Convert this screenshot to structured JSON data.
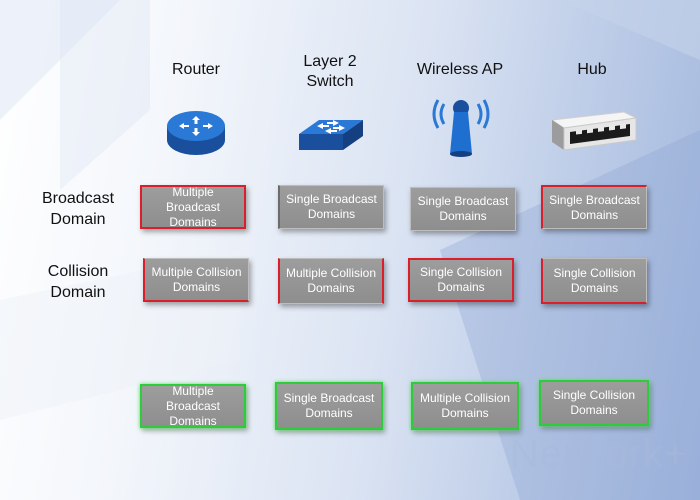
{
  "columns": [
    {
      "label": "Router"
    },
    {
      "label": "Layer 2\nSwitch"
    },
    {
      "label": "Wireless AP"
    },
    {
      "label": "Hub"
    }
  ],
  "rows": [
    {
      "label": "Broadcast\nDomain"
    },
    {
      "label": "Collision\nDomain"
    }
  ],
  "grid": {
    "broadcast": [
      "Multiple Broadcast\nDomains",
      "Single Broadcast\nDomains",
      "Single Broadcast\nDomains",
      "Single Broadcast\nDomains"
    ],
    "collision": [
      "Multiple Collision\nDomains",
      "Multiple Collision\nDomains",
      "Single Collision\nDomains",
      "Single Collision\nDomains"
    ],
    "answers": [
      "Multiple Broadcast\nDomains",
      "Single Broadcast\nDomains",
      "Multiple Collision\nDomains",
      "Single Collision\nDomains"
    ]
  },
  "watermark": "Network+",
  "colors": {
    "incorrect_border": "#d9202a",
    "correct_border": "#2ecc3a",
    "device_blue": "#1f6fd1"
  }
}
